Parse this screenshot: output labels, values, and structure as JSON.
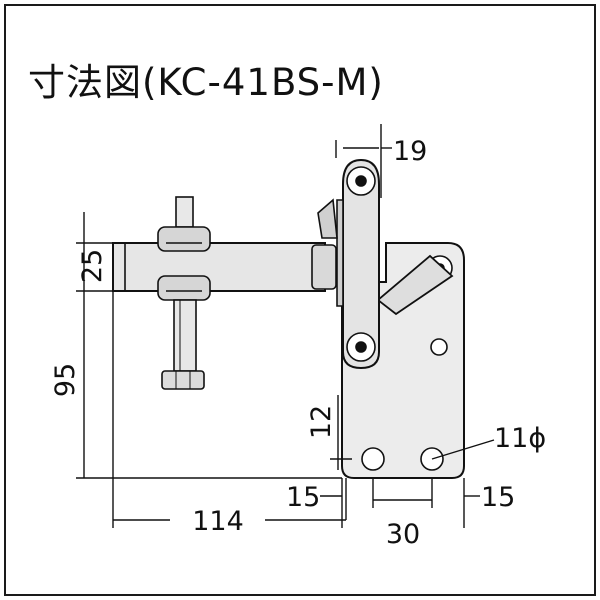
{
  "title": "寸法図(KC-41BS-M)",
  "dimensions": {
    "top_width": "19",
    "handle_offset": "25",
    "height": "95",
    "hole_offset": "12",
    "hole_diameter": "11ϕ",
    "total_length": "114",
    "base_offset_left": "15",
    "hole_pitch": "30",
    "base_offset_right": "15"
  },
  "colors": {
    "clamp_fill": "#e9e9e9",
    "clamp_shade": "#c9c9c9",
    "line": "#111111",
    "hole_fill": "#ffffff"
  }
}
